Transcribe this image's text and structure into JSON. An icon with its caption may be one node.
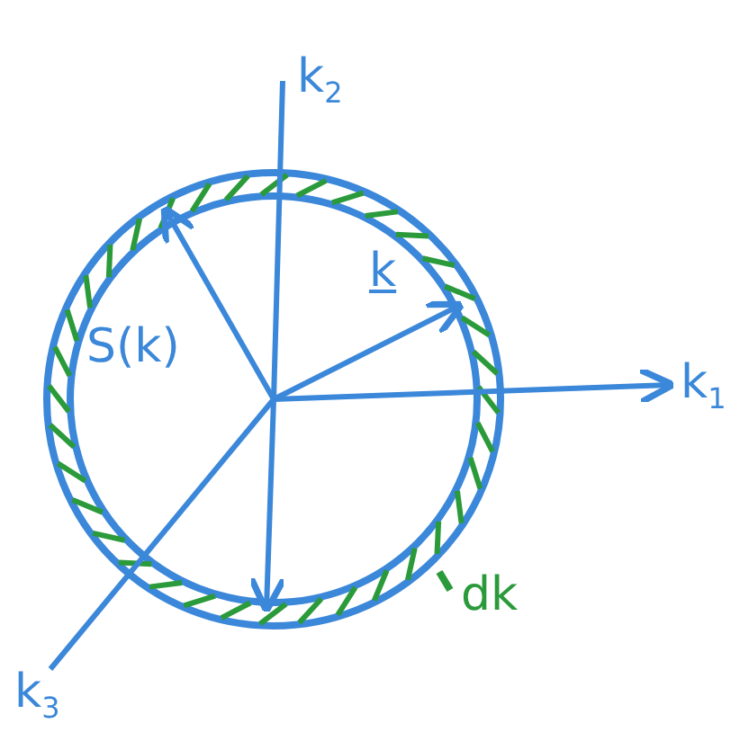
{
  "diagram": {
    "labels": [
      "k$_{2}$",
      "k",
      "S(k)",
      "k$_{1}$",
      "dk",
      "k$_{3}$"
    ]
  }
}
